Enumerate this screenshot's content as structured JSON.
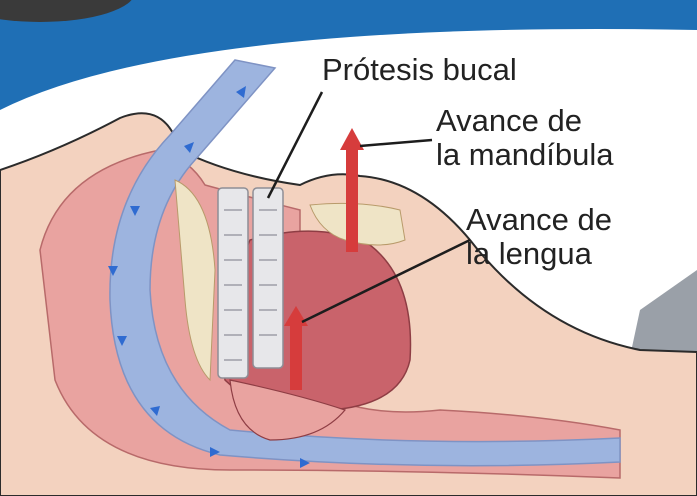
{
  "labels": {
    "protesis": "Prótesis bucal",
    "mandibula": [
      "Avance de",
      "la mandíbula"
    ],
    "lengua": [
      "Avance de",
      "la lengua"
    ]
  },
  "colors": {
    "background_blue": "#1f6fb5",
    "skin": "#f3d2bf",
    "tissue": "#e9a3a0",
    "airway": "#9db4df",
    "airflow_arrow": "#2f6bd1",
    "tongue": "#c9636b",
    "advance_arrow": "#d63c3c",
    "bone": "#efe4c6",
    "prosthesis": "#e7e7ea"
  },
  "icons": [
    "airflow-arrow-icon",
    "advance-arrow-icon"
  ]
}
